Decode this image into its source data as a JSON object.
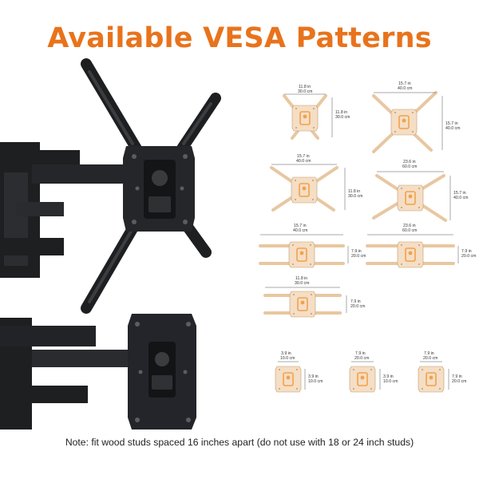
{
  "title": "Available VESA Patterns",
  "note": "Note: fit wood studs spaced 16 inches apart (do not use with 18 or 24 inch studs)",
  "colors": {
    "accent": "#e8731c",
    "arm": "#e8c7a1",
    "arm_stroke": "#c79a6b",
    "plate": "#f4dec5",
    "hub": "#f3a14a",
    "metal": "#1e1f21"
  },
  "patterns": [
    {
      "id": "p1",
      "width": {
        "in": "11.8 in",
        "cm": "30.0 cm"
      },
      "height": {
        "in": "11.8 in",
        "cm": "30.0 cm"
      }
    },
    {
      "id": "p2",
      "width": {
        "in": "15.7 in",
        "cm": "40.0 cm"
      },
      "height": {
        "in": "15.7 in",
        "cm": "40.0 cm"
      }
    },
    {
      "id": "p3",
      "width": {
        "in": "15.7 in",
        "cm": "40.0 cm"
      },
      "height": {
        "in": "11.8 in",
        "cm": "30.0 cm"
      }
    },
    {
      "id": "p4",
      "width": {
        "in": "23.6 in",
        "cm": "60.0 cm"
      },
      "height": {
        "in": "15.7 in",
        "cm": "40.0 cm"
      }
    },
    {
      "id": "p5",
      "width": {
        "in": "15.7 in",
        "cm": "40.0 cm"
      },
      "height": {
        "in": "7.9 in",
        "cm": "20.0 cm"
      }
    },
    {
      "id": "p6",
      "width": {
        "in": "23.6 in",
        "cm": "60.0 cm"
      },
      "height": {
        "in": "7.9 in",
        "cm": "20.0 cm"
      }
    },
    {
      "id": "p7",
      "width": {
        "in": "11.8 in",
        "cm": "30.0 cm"
      },
      "height": {
        "in": "7.9 in",
        "cm": "20.0 cm"
      }
    },
    {
      "id": "p8",
      "width": {
        "in": "3.9 in",
        "cm": "10.0 cm"
      },
      "height": {
        "in": "3.9 in",
        "cm": "10.0 cm"
      }
    },
    {
      "id": "p9",
      "width": {
        "in": "7.9 in",
        "cm": "20.0 cm"
      },
      "height": {
        "in": "3.9 in",
        "cm": "10.0 cm"
      }
    },
    {
      "id": "p10",
      "width": {
        "in": "7.9 in",
        "cm": "20.0 cm"
      },
      "height": {
        "in": "7.9 in",
        "cm": "20.0 cm"
      }
    }
  ]
}
